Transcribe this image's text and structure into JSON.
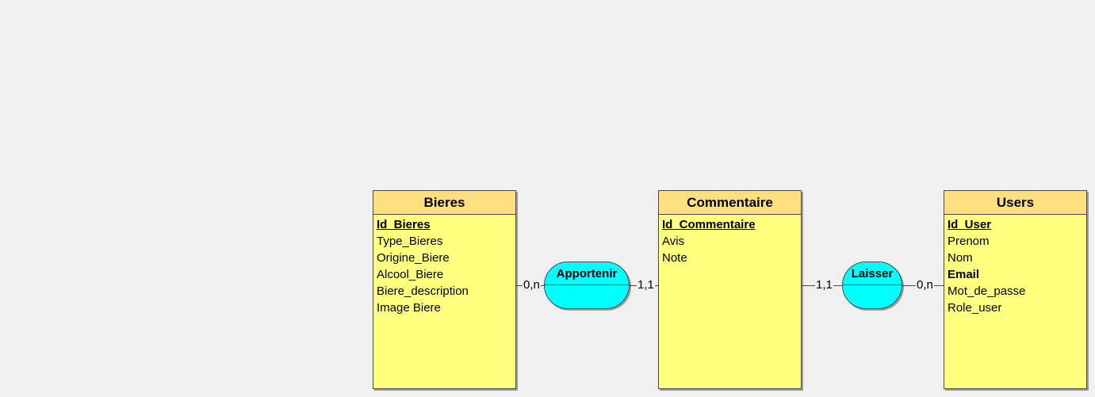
{
  "entities": [
    {
      "name": "Bieres",
      "attributes": [
        {
          "text": "Id_Bieres",
          "style": "key"
        },
        {
          "text": "Type_Bieres",
          "style": "normal"
        },
        {
          "text": "Origine_Biere",
          "style": "normal"
        },
        {
          "text": "Alcool_Biere",
          "style": "normal"
        },
        {
          "text": "Biere_description",
          "style": "normal"
        },
        {
          "text": "Image Biere",
          "style": "normal"
        }
      ]
    },
    {
      "name": "Commentaire",
      "attributes": [
        {
          "text": "Id_Commentaire",
          "style": "key"
        },
        {
          "text": "Avis",
          "style": "normal"
        },
        {
          "text": "Note",
          "style": "normal"
        }
      ]
    },
    {
      "name": "Users",
      "attributes": [
        {
          "text": "Id_User",
          "style": "key"
        },
        {
          "text": "Prenom",
          "style": "normal"
        },
        {
          "text": "Nom",
          "style": "normal"
        },
        {
          "text": "Email",
          "style": "bold"
        },
        {
          "text": "Mot_de_passe",
          "style": "normal"
        },
        {
          "text": "Role_user",
          "style": "normal"
        }
      ]
    }
  ],
  "relations": [
    {
      "name": "Apportenir",
      "left_cardinality": "0,n",
      "right_cardinality": "1,1"
    },
    {
      "name": "Laisser",
      "left_cardinality": "1,1",
      "right_cardinality": "0,n"
    }
  ],
  "colors": {
    "entity_body": "#ffff80",
    "entity_header": "#ffdf80",
    "relation_fill": "#00ffff",
    "background": "#f0f0f0"
  }
}
